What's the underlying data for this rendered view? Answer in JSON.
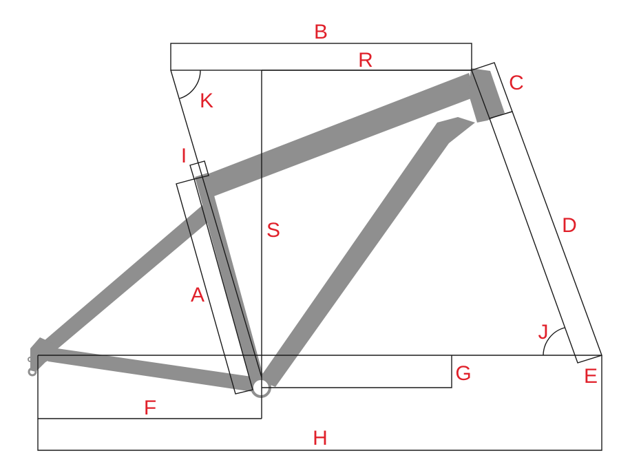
{
  "colors": {
    "frame": "#8f8f8f",
    "line": "#1a1a1a",
    "label": "#e0202a",
    "background": "#ffffff"
  },
  "labels": {
    "A": "A",
    "B": "B",
    "C": "C",
    "D": "D",
    "E": "E",
    "F": "F",
    "G": "G",
    "H": "H",
    "I": "I",
    "J": "J",
    "K": "K",
    "R": "R",
    "S": "S"
  }
}
